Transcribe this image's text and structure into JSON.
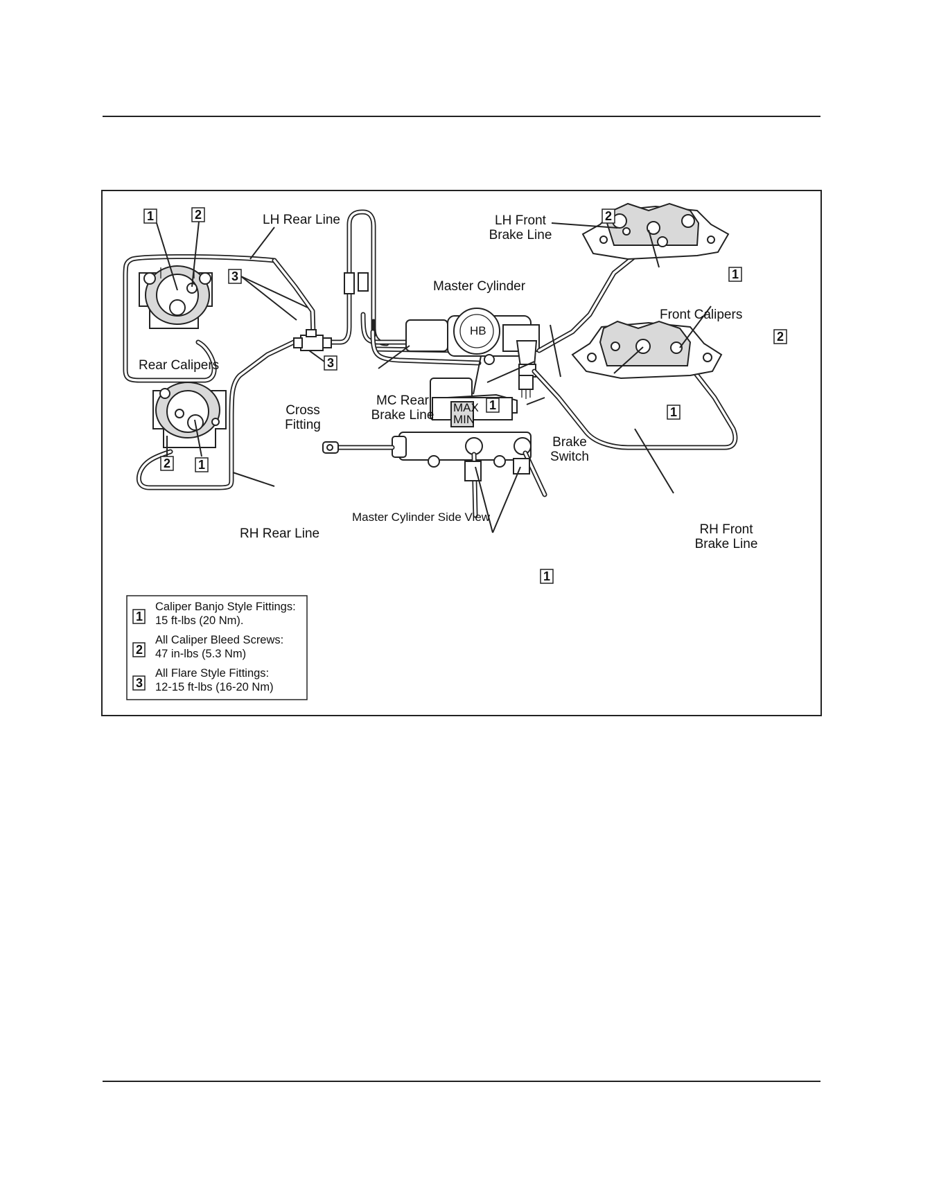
{
  "labels": {
    "lh_rear_line": "LH Rear Line",
    "lh_front_line_1": "LH Front",
    "lh_front_line_2": "Brake Line",
    "master_cylinder": "Master Cylinder",
    "front_calipers": "Front Calipers",
    "rear_calipers": "Rear Calipers",
    "cross_fitting_1": "Cross",
    "cross_fitting_2": "Fitting",
    "mc_rear_line_1": "MC Rear",
    "mc_rear_line_2": "Brake Line",
    "brake_switch_1": "Brake",
    "brake_switch_2": "Switch",
    "mc_side_view": "Master Cylinder Side View",
    "rh_rear_line": "RH Rear Line",
    "rh_front_line_1": "RH Front",
    "rh_front_line_2": "Brake Line",
    "reservoir_max": "MAX",
    "reservoir_min": "MIN",
    "cap_text": "HB"
  },
  "callouts": {
    "one": "1",
    "two": "2",
    "three": "3"
  },
  "legend": [
    {
      "num": "1",
      "line1": "Caliper Banjo Style Fittings:",
      "line2": "15 ft-lbs (20 Nm)."
    },
    {
      "num": "2",
      "line1": "All Caliper Bleed Screws:",
      "line2": "47 in-lbs (5.3 Nm)"
    },
    {
      "num": "3",
      "line1": "All Flare Style Fittings:",
      "line2": "12-15 ft-lbs (16-20 Nm)"
    }
  ]
}
